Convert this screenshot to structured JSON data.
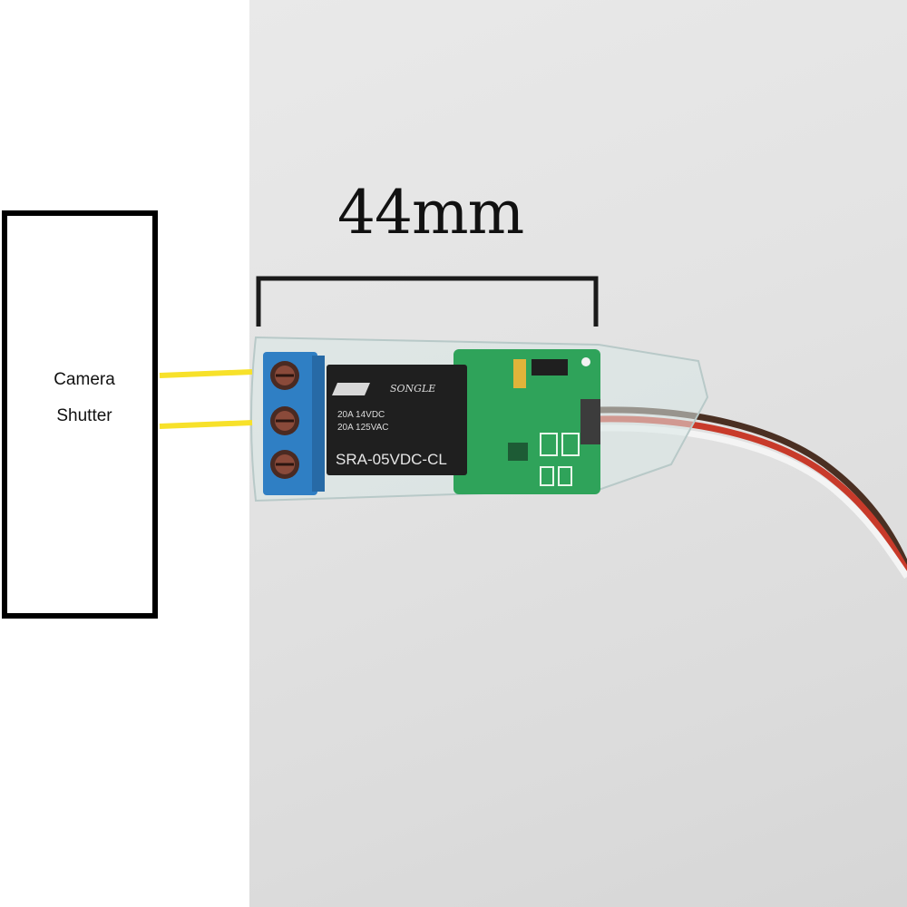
{
  "diagram": {
    "box_label_line1": "Camera",
    "box_label_line2": "Shutter",
    "dimension_label": "44mm"
  },
  "relay_print": {
    "brand": "SONGLE",
    "rating_1": "20A 14VDC",
    "rating_2": "20A 125VAC",
    "model": "SRA-05VDC-CL"
  },
  "colors": {
    "wire_yellow": "#f7e12a",
    "terminal_blue": "#2f7fc4",
    "pcb_green": "#2fa35a",
    "relay_black": "#1f1f1f"
  }
}
